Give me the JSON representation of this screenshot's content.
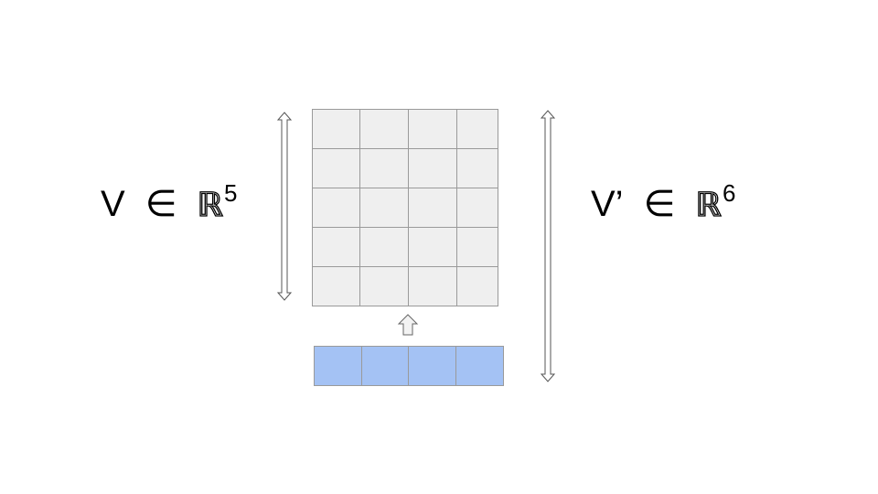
{
  "left_label": {
    "variable": "V",
    "element_of": "∈",
    "set": "ℝ",
    "exponent": "5"
  },
  "right_label": {
    "variable": "V’",
    "element_of": "∈",
    "set": "ℝ",
    "exponent": "6"
  },
  "matrix": {
    "rows": 5,
    "cols": 4,
    "fill": "#efefef",
    "border": "#9a9a9a"
  },
  "new_row": {
    "cols": 4,
    "fill": "#a4c2f4",
    "border": "#9a9a9a"
  },
  "arrows": {
    "left_height": "double-arrow-vertical",
    "right_height": "double-arrow-vertical",
    "append": "up-arrow"
  }
}
